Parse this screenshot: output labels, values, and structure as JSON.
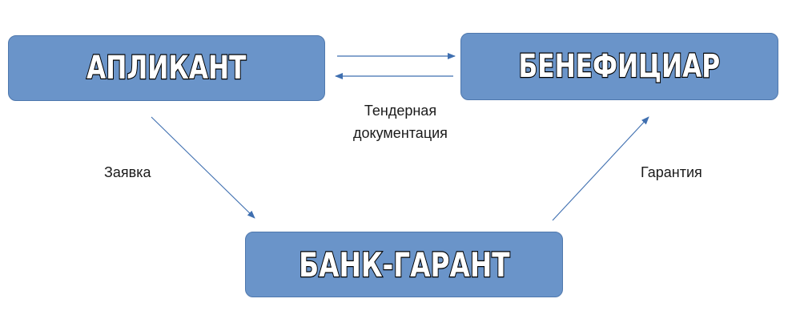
{
  "nodes": {
    "applicant": "АПЛИКАНТ",
    "beneficiary": "БЕНЕФИЦИАР",
    "bank": "БАНК-ГАРАНТ"
  },
  "edges": {
    "tender_line1": "Тендерная",
    "tender_line2": "документация",
    "request": "Заявка",
    "guarantee": "Гарантия"
  },
  "colors": {
    "node_fill": "#6a94c9",
    "node_border": "#4f78ad",
    "arrow": "#3f6fb0"
  }
}
